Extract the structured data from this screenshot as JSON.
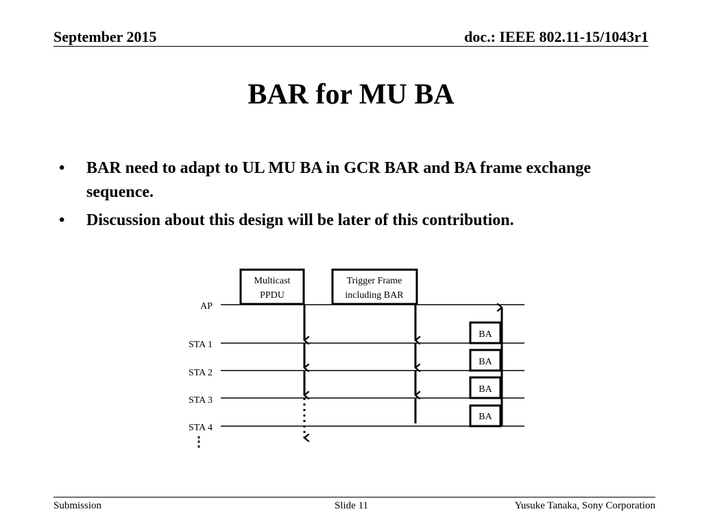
{
  "header": {
    "date": "September 2015",
    "doc_id": "doc.: IEEE 802.11-15/1043r1"
  },
  "title": "BAR for MU BA",
  "bullets": [
    {
      "marker": "•",
      "text": "BAR need to adapt to UL MU BA in GCR BAR and BA frame exchange sequence."
    },
    {
      "marker": "•",
      "text": "Discussion about this design will be later of this contribution."
    }
  ],
  "diagram": {
    "stations": [
      "AP",
      "STA 1",
      "STA 2",
      "STA 3",
      "STA 4"
    ],
    "continuation_mark": "⋮",
    "frames": {
      "multicast": [
        "Multicast",
        "PPDU"
      ],
      "trigger": [
        "Trigger Frame",
        "including BAR"
      ]
    },
    "ba_frames": [
      "BA",
      "BA",
      "BA",
      "BA"
    ]
  },
  "footer": {
    "left": "Submission",
    "center": "Slide 11",
    "right": "Yusuke Tanaka, Sony Corporation"
  }
}
